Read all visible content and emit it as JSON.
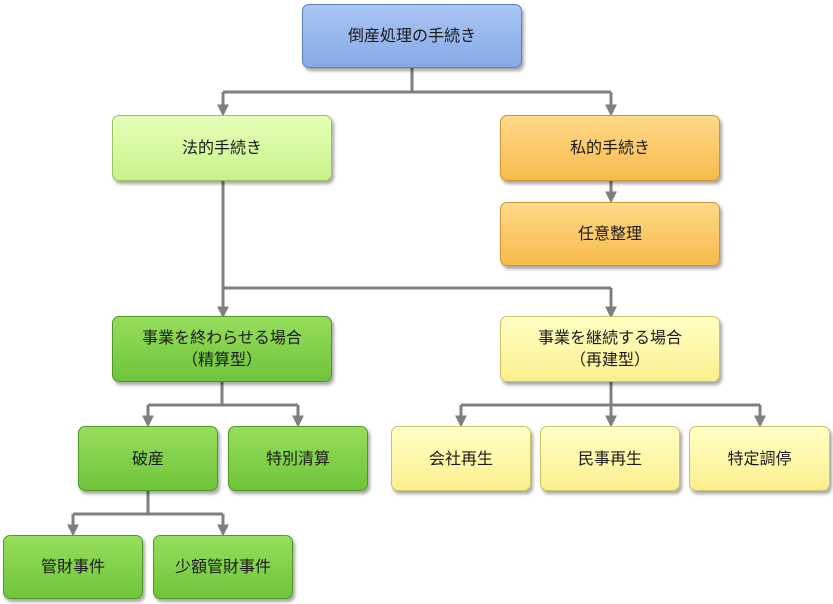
{
  "diagram": {
    "root": "倒産処理の手続き",
    "legal": "法的手続き",
    "private": "私的手続き",
    "voluntary": "任意整理",
    "liquidation": {
      "line1": "事業を終わらせる場合",
      "line2": "（精算型）"
    },
    "rehabilitation": {
      "line1": "事業を継続する場合",
      "line2": "（再建型）"
    },
    "bankruptcy": "破産",
    "special_liquidation": "特別清算",
    "corporate_reorganization": "会社再生",
    "civil_rehabilitation": "民事再生",
    "specific_conciliation": "特定調停",
    "trustee_case": "管財事件",
    "small_trustee_case": "少額管財事件"
  },
  "colors": {
    "connector": "#7f7f7f",
    "root": "#8fb0ea",
    "legal": "#d6f8a0",
    "private": "#fbc862",
    "liquidation": "#80cf46",
    "rehabilitation": "#fdf6a6"
  }
}
